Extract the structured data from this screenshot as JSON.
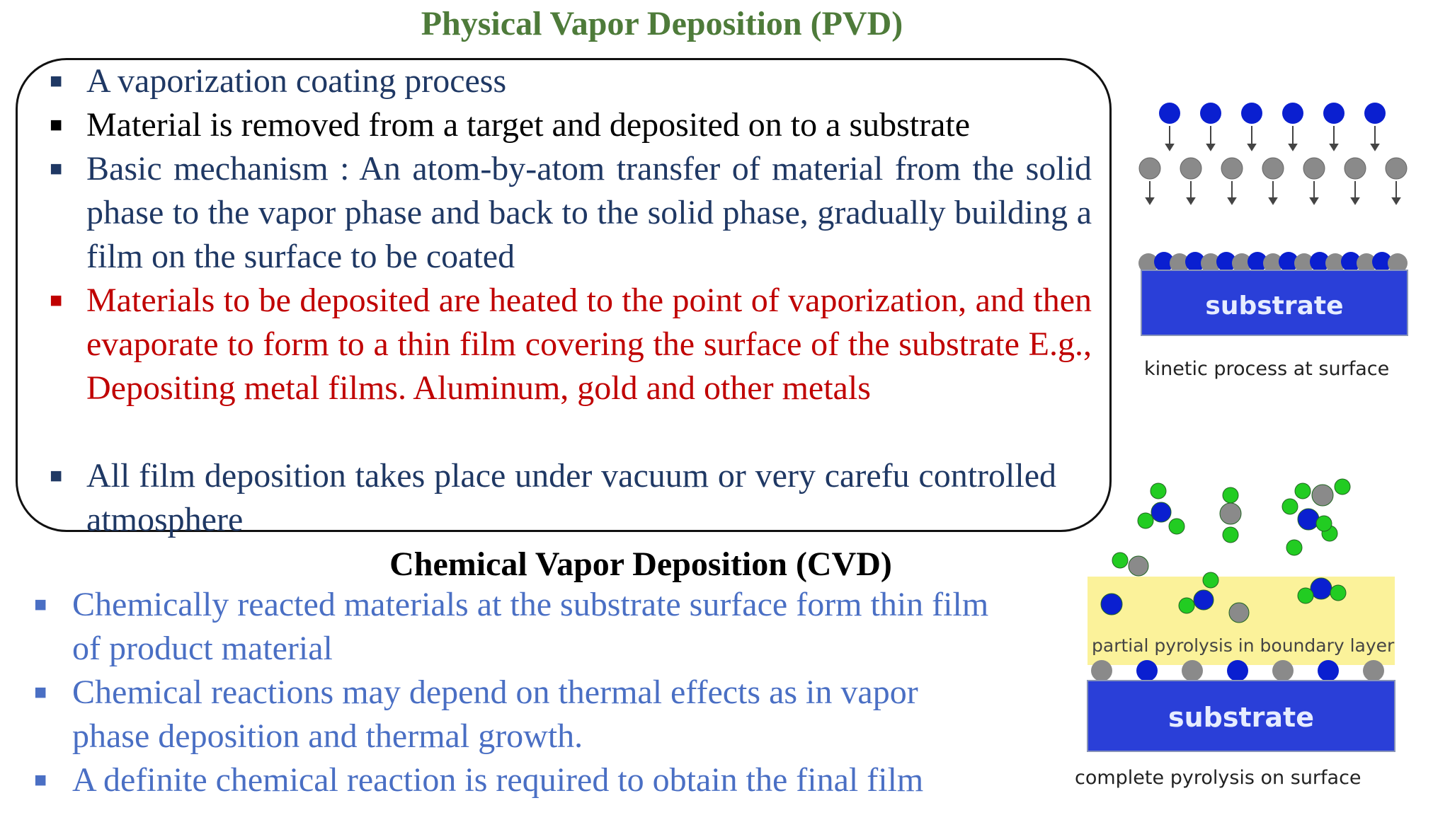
{
  "pvd": {
    "title": "Physical Vapor Deposition (PVD)",
    "bullets": [
      {
        "text": "A vaporization coating process",
        "color": "#1f3864"
      },
      {
        "text": "Material is removed from a target and deposited on to a substrate",
        "color": "#000000"
      },
      {
        "text": "Basic mechanism : An atom-by-atom transfer of material from the solid phase to the vapor phase and back to the solid phase, gradually building a film on the surface to be coated",
        "color": "#1f3864"
      },
      {
        "text": "Materials to be deposited are heated to the point of vaporization, and then evaporate to form to a thin film covering the surface of the substrate E.g., Depositing metal films. Aluminum, gold and other metals",
        "color": "#c00000"
      },
      {
        "text": "All film deposition takes place under vacuum or very carefu controlled atmosphere",
        "color": "#1f3864"
      }
    ]
  },
  "cvd": {
    "title": "Chemical Vapor Deposition (CVD)",
    "bullets": [
      {
        "text": "Chemically reacted materials at the substrate surface form thin film of product material",
        "color": "#4a6fc4"
      },
      {
        "text": "Chemical reactions may depend on thermal effects as in vapor phase deposition and thermal growth.",
        "color": "#4a6fc4"
      },
      {
        "text": "A definite chemical reaction is required to obtain the final film",
        "color": "#4a6fc4"
      }
    ]
  },
  "figure_pvd": {
    "substrate_label": "substrate",
    "caption": "kinetic process at surface"
  },
  "figure_cvd": {
    "boundary_label": "partial pyrolysis in boundary layer",
    "substrate_label": "substrate",
    "caption": "complete pyrolysis on surface"
  },
  "colors": {
    "pvd_title": "#4e7b3a",
    "atom_blue": "#0a1fd0",
    "atom_gray": "#8a8a8a",
    "atom_green": "#22cc22",
    "substrate": "#2a3fd8",
    "boundary_layer": "#fbf29a"
  }
}
